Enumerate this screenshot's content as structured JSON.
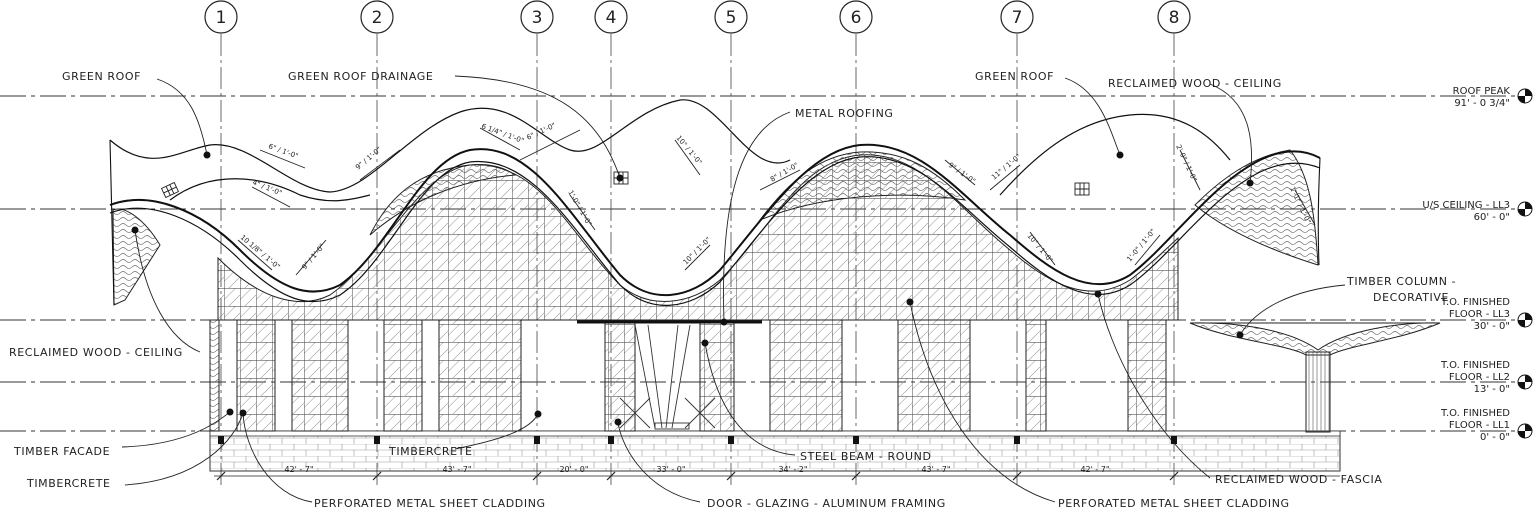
{
  "gridlines": [
    "1",
    "2",
    "3",
    "4",
    "5",
    "6",
    "7",
    "8"
  ],
  "levels": [
    {
      "name": "ROOF PEAK",
      "name2": "",
      "elev": "91' - 0 3/4\""
    },
    {
      "name": "U/S CEILING - LL3",
      "name2": "",
      "elev": "60' - 0\""
    },
    {
      "name": "T.O. FINISHED",
      "name2": "FLOOR - LL3",
      "elev": "30' - 0\""
    },
    {
      "name": "T.O. FINISHED",
      "name2": "FLOOR - LL2",
      "elev": "13' - 0\""
    },
    {
      "name": "T.O. FINISHED",
      "name2": "FLOOR - LL1",
      "elev": "0' - 0\""
    }
  ],
  "dimensions": [
    "42' - 7\"",
    "43' - 7\"",
    "20' - 0\"",
    "33' - 0\"",
    "34' - 2\"",
    "43' - 7\"",
    "42' - 7\""
  ],
  "notes": [
    "GREEN ROOF",
    "GREEN ROOF DRAINAGE",
    "METAL ROOFING",
    "GREEN ROOF",
    "RECLAIMED WOOD - CEILING",
    "TIMBER COLUMN -",
    "DECORATIVE",
    "RECLAIMED WOOD - CEILING",
    "TIMBER FACADE",
    "TIMBERCRETE",
    "TIMBERCRETE",
    "PERFORATED METAL SHEET CLADDING",
    "DOOR - GLAZING - ALUMINUM FRAMING",
    "STEEL BEAM - ROUND",
    "PERFORATED METAL SHEET CLADDING",
    "RECLAIMED WOOD - FASCIA"
  ],
  "slopes": [
    "6\" / 1'-0\"",
    "4\" / 1'-0\"",
    "9\" / 1'-0\"",
    "10 1/8\" / 1'-0\"",
    "9\" / 1'-0\"",
    "6 1/4\" / 1'-0\"",
    "6\" / 1'-0\"",
    "1'-0\" / 1'-0\"",
    "10\" / 1'-0\"",
    "10\" / 1'-0\"",
    "8\" / 1'-0\"",
    "9\" / 1'-0\"",
    "11\" / 1'-0\"",
    "10\" / 1'-0\"",
    "1'-0\" / 1'-0\"",
    "2'-0\" / 1'-0\"",
    "1'-1\" / 1'-0\""
  ]
}
